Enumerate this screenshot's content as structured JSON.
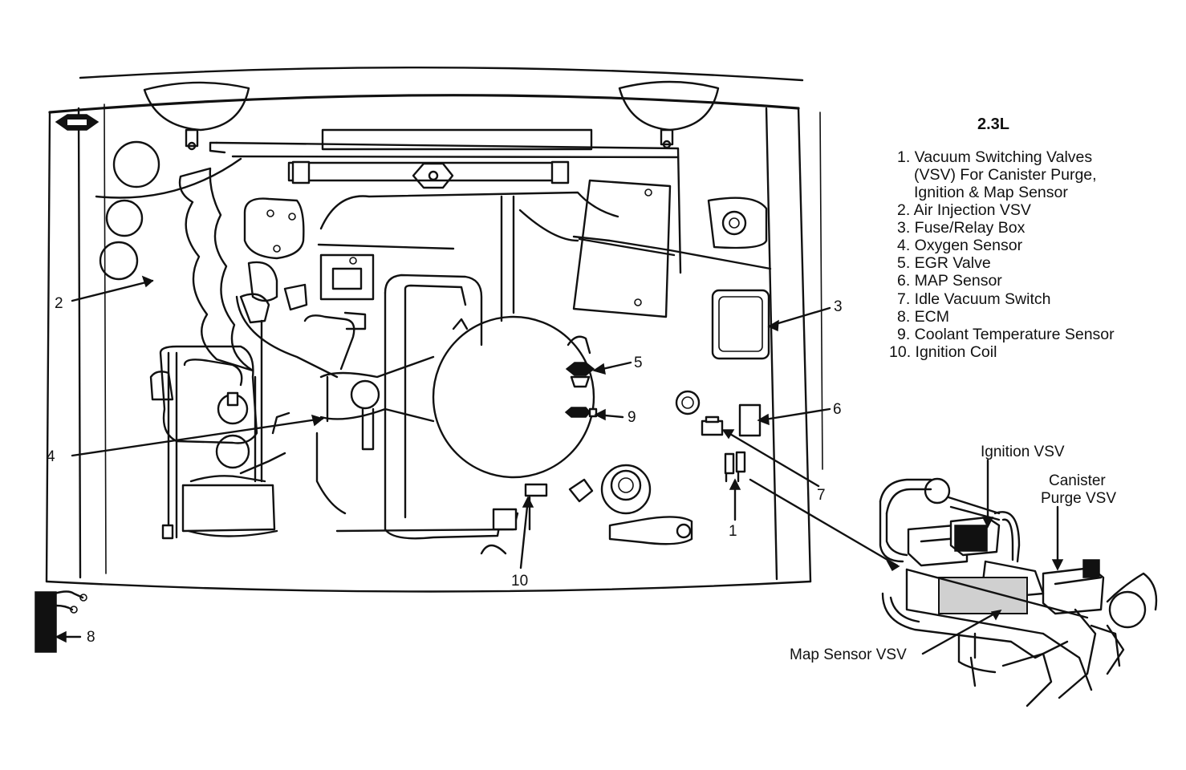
{
  "engine_label": "2.3L",
  "legend": [
    "1. Vacuum Switching Valves",
    "(VSV) For Canister Purge,",
    "Ignition & Map Sensor",
    "2. Air Injection VSV",
    "3. Fuse/Relay Box",
    "4. Oxygen Sensor",
    "5. EGR Valve",
    "6. MAP Sensor",
    "7. Idle Vacuum Switch",
    "8. ECM",
    "9. Coolant Temperature Sensor",
    "10. Ignition Coil"
  ],
  "callouts": {
    "c1": "1",
    "c2": "2",
    "c3": "3",
    "c4": "4",
    "c5": "5",
    "c6": "6",
    "c7": "7",
    "c8": "8",
    "c9": "9",
    "c10": "10"
  },
  "inset_labels": {
    "ignition_vsv": "Ignition VSV",
    "canister_line1": "Canister",
    "canister_line2": "Purge VSV",
    "map_sensor_vsv": "Map Sensor VSV"
  }
}
